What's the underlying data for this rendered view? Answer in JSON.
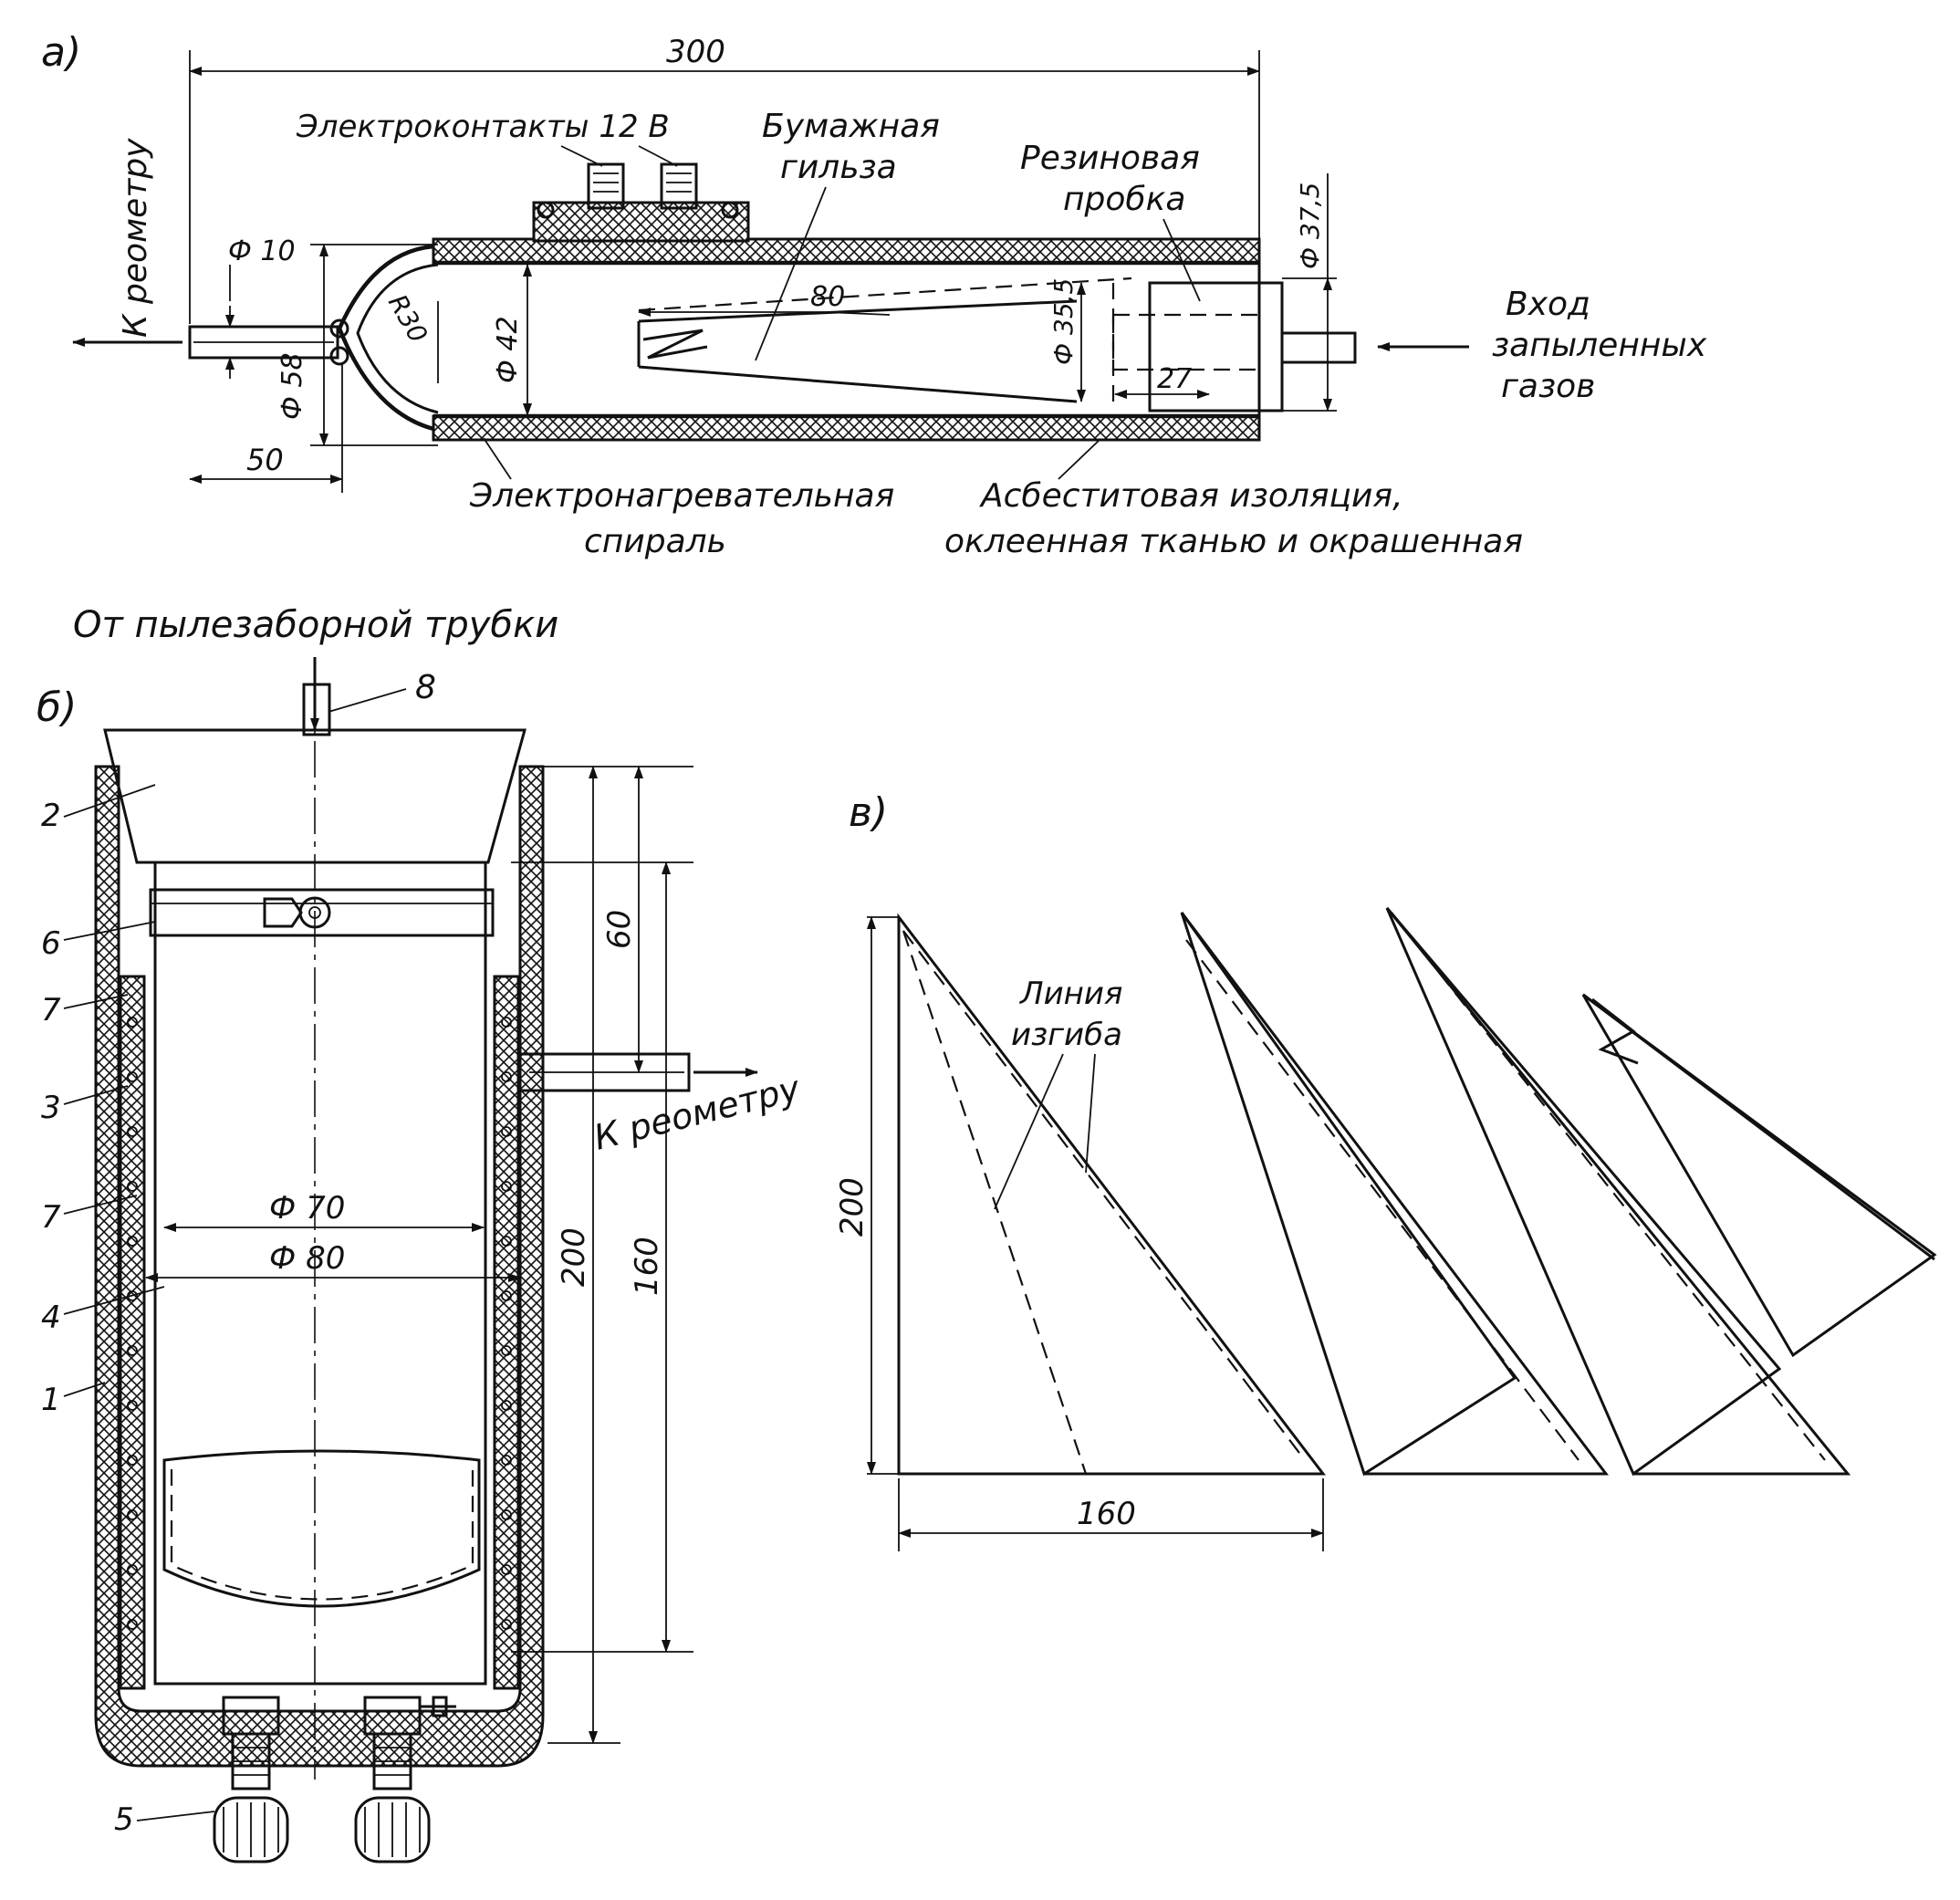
{
  "panels": {
    "a": {
      "label": "а)",
      "dims": {
        "overall_length": "300",
        "d_outlet": "Ф 10",
        "d_body": "Ф 58",
        "radius": "R30",
        "d_inner": "Ф 42",
        "cone_length": "80",
        "d_plug": "Ф 35,5",
        "plug_length": "27",
        "d_tube": "Ф 37,5",
        "outlet_length": "50"
      },
      "labels": {
        "to_rheometer": "К реометру",
        "contacts": "Электроконтакты 12 В",
        "paper_sleeve_1": "Бумажная",
        "paper_sleeve_2": "гильза",
        "rubber_plug_1": "Резиновая",
        "rubber_plug_2": "пробка",
        "inlet_1": "Вход",
        "inlet_2": "запыленных",
        "inlet_3": "газов",
        "heater_1": "Электронагревательная",
        "heater_2": "спираль",
        "asbestos_1": "Асбеститовая изоляция,",
        "asbestos_2": "оклеенная тканью и окрашенная"
      }
    },
    "b": {
      "label": "б)",
      "top_label": "От пылезаборной трубки",
      "to_rheometer": "К реометру",
      "dims": {
        "d70": "Ф 70",
        "d80": "Ф 80",
        "h60": "60",
        "h160": "160",
        "h200": "200"
      },
      "callouts": [
        "8",
        "2",
        "6",
        "7",
        "3",
        "7",
        "4",
        "1",
        "5"
      ]
    },
    "c": {
      "label": "в)",
      "bend_line_1": "Линия",
      "bend_line_2": "изгиба",
      "dim_height": "200",
      "dim_width": "160"
    }
  }
}
